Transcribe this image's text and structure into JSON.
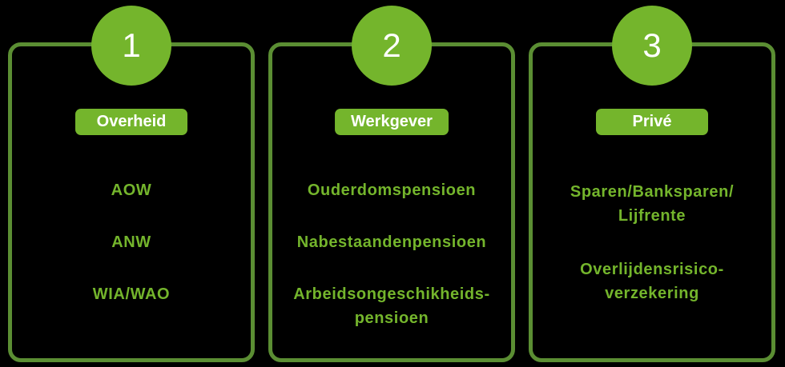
{
  "diagram_title": "",
  "colors": {
    "background": "#000000",
    "accent_green": "#74b52c",
    "card_border_green": "#5b8e33",
    "badge_text": "#ffffff"
  },
  "pillars": [
    {
      "number": "1",
      "badge": "Overheid",
      "items": [
        [
          "AOW"
        ],
        [
          "ANW"
        ],
        [
          "WIA/WAO"
        ]
      ]
    },
    {
      "number": "2",
      "badge": "Werkgever",
      "items": [
        [
          "Ouderdomspensioen"
        ],
        [
          "Nabestaandenpensioen"
        ],
        [
          "Arbeidsongeschikheids-",
          "pensioen"
        ]
      ]
    },
    {
      "number": "3",
      "badge": "Privé",
      "items": [
        [
          "Sparen/Banksparen/",
          "Lijfrente"
        ],
        [
          "Overlijdensrisico-",
          "verzekering"
        ]
      ]
    }
  ]
}
